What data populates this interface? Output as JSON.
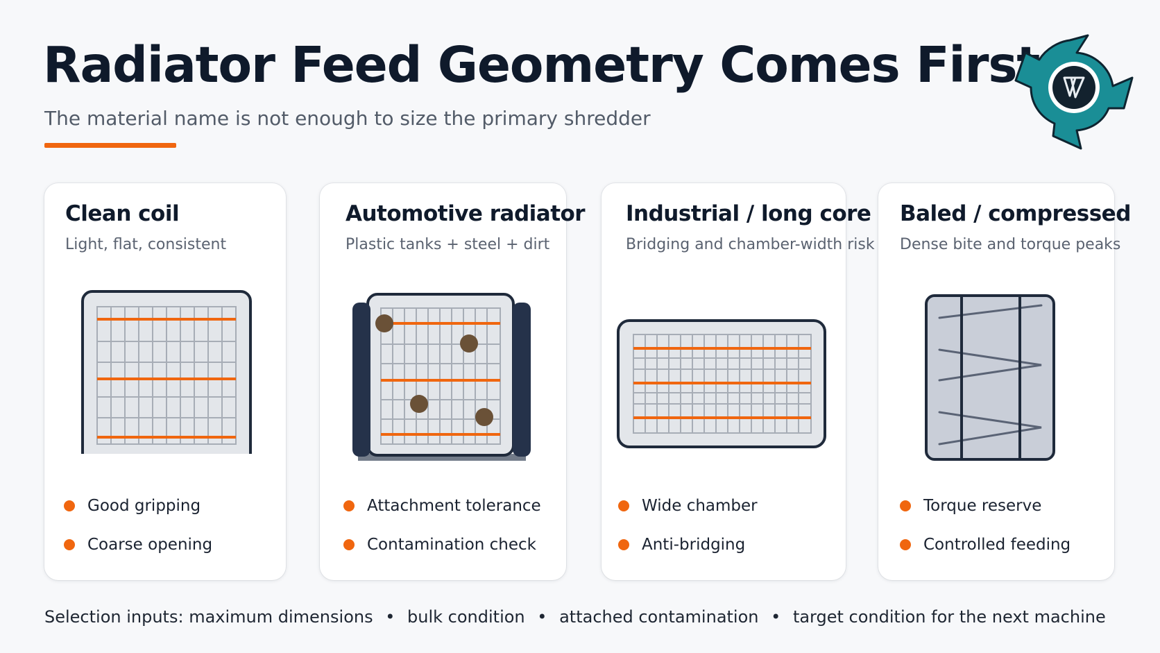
{
  "header": {
    "title": "Radiator Feed Geometry Comes First",
    "subtitle": "The material name is not enough to size the primary shredder"
  },
  "colors": {
    "accent": "#f0660f",
    "navy": "#1f2a3b",
    "logo_teal": "#1a8e96"
  },
  "cards": [
    {
      "title": "Clean coil",
      "subtitle": "Light, flat, consistent",
      "icon": "clean-coil-grid-icon",
      "bullets": [
        "Good gripping",
        "Coarse opening"
      ]
    },
    {
      "title": "Automotive radiator",
      "subtitle": "Plastic tanks + steel + dirt",
      "icon": "automotive-radiator-icon",
      "bullets": [
        "Attachment tolerance",
        "Contamination check"
      ]
    },
    {
      "title": "Industrial / long core",
      "subtitle": "Bridging and chamber-width risk",
      "icon": "long-core-radiator-icon",
      "bullets": [
        "Wide chamber",
        "Anti-bridging"
      ]
    },
    {
      "title": "Baled / compressed",
      "subtitle": "Dense bite and torque peaks",
      "icon": "baled-bundle-icon",
      "bullets": [
        "Torque reserve",
        "Controlled feeding"
      ]
    }
  ],
  "footer": {
    "label": "Selection inputs:",
    "items": [
      "maximum dimensions",
      "bulk condition",
      "attached contamination",
      "target condition for the next machine"
    ],
    "separator": "•"
  },
  "logo": {
    "icon": "gear-logo-icon"
  }
}
